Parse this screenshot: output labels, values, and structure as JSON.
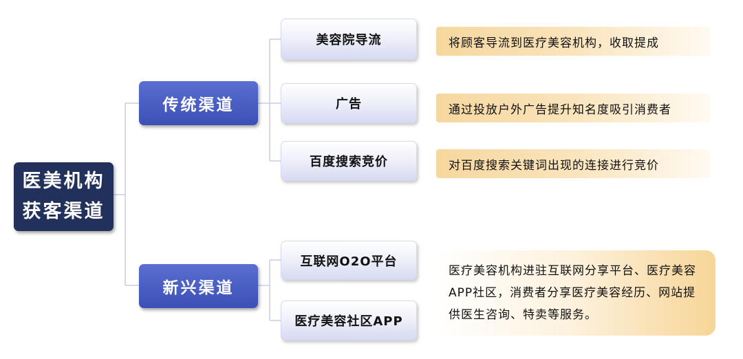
{
  "root": {
    "line1": "医美机构",
    "line2": "获客渠道"
  },
  "categories": [
    {
      "label": "传统渠道",
      "channels": [
        {
          "name": "美容院导流",
          "description": "将顾客导流到医疗美容机构，收取提成"
        },
        {
          "name": "广告",
          "description": "通过投放户外广告提升知名度吸引消费者"
        },
        {
          "name": "百度搜索竞价",
          "description": "对百度搜索关键词出现的连接进行竞价"
        }
      ]
    },
    {
      "label": "新兴渠道",
      "channels": [
        {
          "name": "互联网O2O平台"
        },
        {
          "name": "医疗美容社区APP"
        }
      ],
      "description": "医疗美容机构进驻互联网分享平台、医疗美容APP社区，消费者分享医疗美容经历、网站提供医生咨询、特卖等服务。"
    }
  ],
  "colors": {
    "root_bg": "#22305c",
    "category_bg": "#4658c2",
    "channel_bg": "#e6e8f6",
    "desc_bg": "#f8dba6",
    "connector": "#c9cde0"
  }
}
